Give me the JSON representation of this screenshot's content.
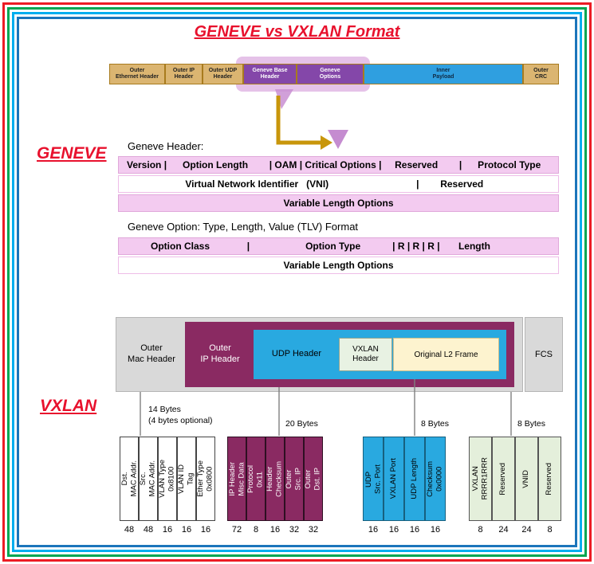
{
  "title": "GENEVE vs VXLAN Format",
  "colors": {
    "accent_red": "#e8112d",
    "tan": "#dbb571",
    "purple": "#8447a9",
    "payload_blue": "#2f9fe0",
    "pink_row": "#f3cbf0",
    "plum": "#8a2a62",
    "udp_blue": "#29a9e0",
    "vxlan_green": "#e8f2e3",
    "frame_yellow": "#fdf3cf",
    "gray": "#d9d9d9",
    "arrow_gold": "#c8960b",
    "border_red": "#ec1c24",
    "border_green": "#00a651",
    "border_cyan": "#00aeef",
    "border_blue": "#1b75bb"
  },
  "geneve": {
    "side_label": "GENEVE",
    "packet_bar": [
      {
        "label": "Outer\nEthernet Header"
      },
      {
        "label": "Outer IP\nHeader"
      },
      {
        "label": "Outer UDP\nHeader"
      },
      {
        "label": "Geneve Base\nHeader"
      },
      {
        "label": "Geneve\nOptions"
      },
      {
        "label": "Inner\nPayload"
      },
      {
        "label": "Outer\nCRC"
      }
    ],
    "header_title": "Geneve Header:",
    "rows": {
      "r1": "Version |      Option Length        | OAM | Critical Options |     Reserved        |      Protocol Type",
      "r2": "                      Virtual Network Identifier   (VNI)                                 |        Reserved",
      "r3": "Variable Length Options"
    },
    "tlv_title": "Geneve Option: Type, Length, Value (TLV) Format",
    "tlv_rows": {
      "r1": "         Option Class              |                     Option Type            | R | R | R |       Length",
      "r2": "Variable Length Options"
    }
  },
  "vxlan": {
    "side_label": "VXLAN",
    "diagram": {
      "outer_mac": "Outer\nMac Header",
      "outer_ip": "Outer\nIP Header",
      "udp": "UDP Header",
      "vxlan_header": "VXLAN\nHeader",
      "l2": "Original L2 Frame",
      "fcs": "FCS"
    },
    "byte_labels": [
      "14 Bytes\n(4 bytes optional)",
      "20 Bytes",
      "8 Bytes",
      "8 Bytes"
    ],
    "boxes": [
      {
        "fields": [
          {
            "label": "Dst.\nMAC Addr.",
            "bits": "48"
          },
          {
            "label": "Src.\nMAC Addr.",
            "bits": "48"
          },
          {
            "label": "VLAN Type\n0x8100",
            "bits": "16"
          },
          {
            "label": "VLAN ID\nTag",
            "bits": "16"
          },
          {
            "label": "Ether Type\n0x0800",
            "bits": "16"
          }
        ]
      },
      {
        "fields": [
          {
            "label": "IP Header\nMisc Data",
            "bits": "72"
          },
          {
            "label": "Protocol\n0x11",
            "bits": "8"
          },
          {
            "label": "Header\nChecksum",
            "bits": "16"
          },
          {
            "label": "Outer\nSrc. IP",
            "bits": "32"
          },
          {
            "label": "Outer\nDst. IP",
            "bits": "32"
          }
        ]
      },
      {
        "fields": [
          {
            "label": "UDP\nSrc. Port",
            "bits": "16"
          },
          {
            "label": "VXLAN Port",
            "bits": "16"
          },
          {
            "label": "UDP Length",
            "bits": "16"
          },
          {
            "label": "Checksum\n0x0000",
            "bits": "16"
          }
        ]
      },
      {
        "fields": [
          {
            "label": "VXLAN\nRRRR1RRR",
            "bits": "8"
          },
          {
            "label": "Reserved",
            "bits": "24"
          },
          {
            "label": "VNID",
            "bits": "24"
          },
          {
            "label": "Reserved",
            "bits": "8"
          }
        ]
      }
    ]
  }
}
